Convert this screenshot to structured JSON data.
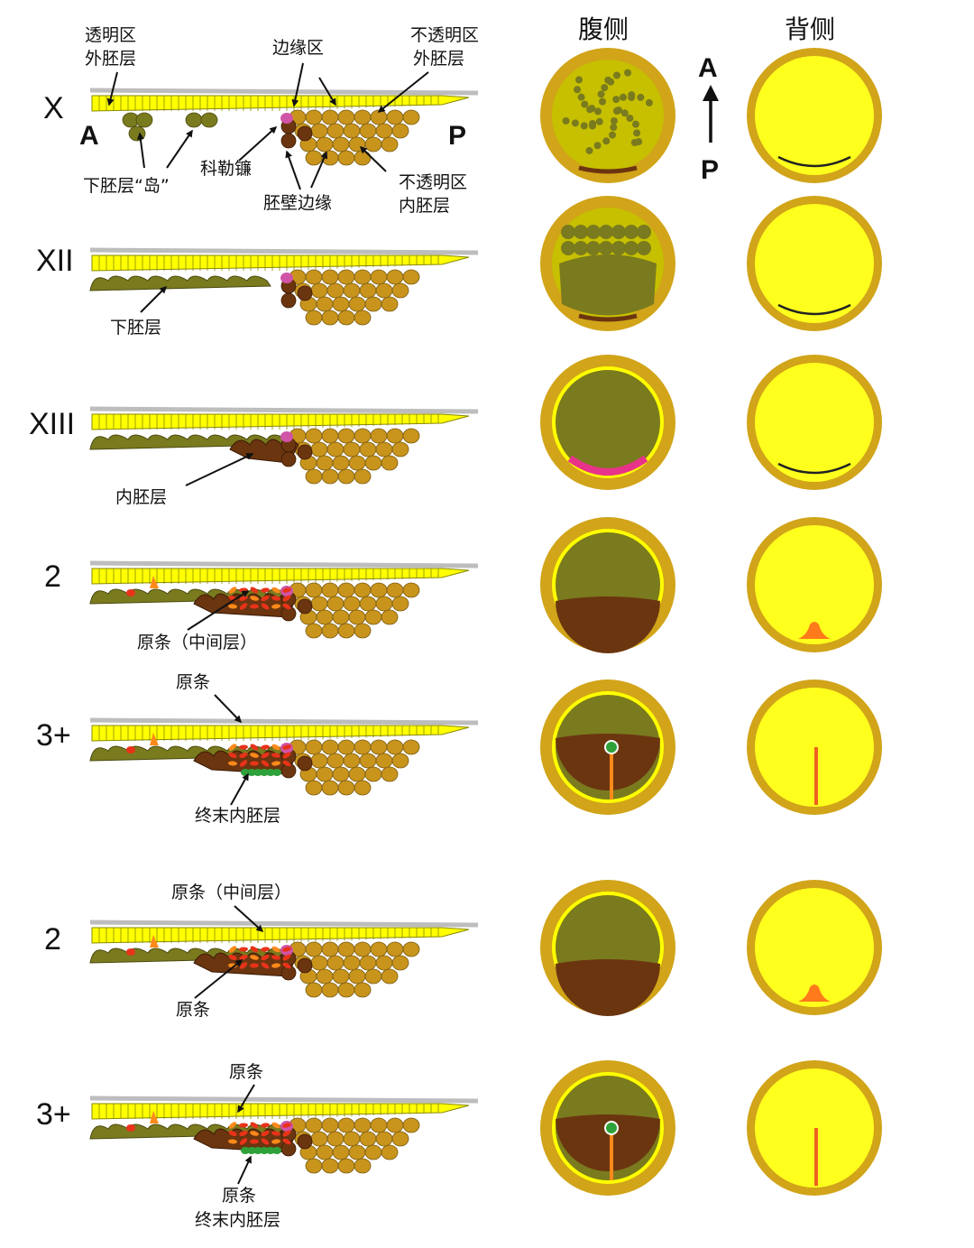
{
  "headers": {
    "ventral": "腹侧",
    "dorsal": "背侧"
  },
  "axis": {
    "anterior": "A",
    "posterior": "P"
  },
  "section_ends": {
    "anterior": "A",
    "posterior": "P"
  },
  "labels": {
    "area_pellucida_ectoderm": [
      "透明区",
      "外胚层"
    ],
    "marginal_zone": "边缘区",
    "area_opaca_ectoderm": [
      "不透明区",
      "外胚层"
    ],
    "hypoblast_islands": "下胚层“岛”",
    "kollers_sickle": "科勒镰",
    "germ_wall_margin": "胚壁边缘",
    "area_opaca_endoderm": [
      "不透明区",
      "内胚层"
    ],
    "hypoblast": "下胚层",
    "endoblast": "内胚层",
    "primitive_streak_mesoderm": "原条（中间层）",
    "primitive_streak": "原条",
    "definitive_endoderm": "终末内胚层"
  },
  "rows": [
    {
      "stage": "X"
    },
    {
      "stage": "XII"
    },
    {
      "stage": "XIII"
    },
    {
      "stage": "2"
    },
    {
      "stage": "3+"
    },
    {
      "stage": "2"
    },
    {
      "stage": "3+"
    }
  ],
  "colors": {
    "epiblast": "#ffff00",
    "epiblast_outline": "#8a8a00",
    "vitelline": "#bdbdbd",
    "opaca_cells": "#c8941c",
    "hypoblast": "#7a7a1e",
    "endoblast": "#6b3510",
    "koller": "#d054a8",
    "streak": "#e8331a",
    "streak_tip": "#ff8a1a",
    "definitive_endoderm": "#2fa13a",
    "ring": "#d1a419",
    "ring_inner": "#c6c000",
    "disc": "#ffff1e"
  }
}
